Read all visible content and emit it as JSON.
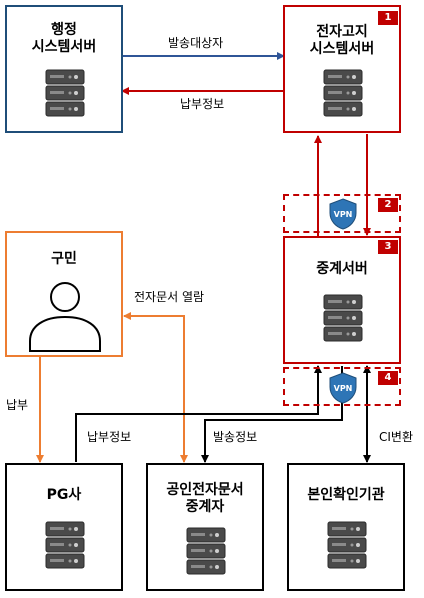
{
  "nodes": {
    "admin_server": {
      "title": "행정\n시스템서버"
    },
    "e_notice_server": {
      "title": "전자고지\n시스템서버",
      "badge": "1"
    },
    "relay_server": {
      "title": "중계서버",
      "badge": "3"
    },
    "resident": {
      "title": "구민"
    },
    "pg": {
      "title": "PG사"
    },
    "cert_relay": {
      "title": "공인전자문서\n중계자"
    },
    "identity": {
      "title": "본인확인기관"
    }
  },
  "vpn_zones": [
    {
      "badge": "2",
      "icon": "vpn-shield-icon",
      "label": "VPN"
    },
    {
      "badge": "4",
      "icon": "vpn-shield-icon",
      "label": "VPN"
    }
  ],
  "edges": {
    "send_target": "발송대상자",
    "payment_info_top": "납부정보",
    "doc_view": "전자문서 열람",
    "payment": "납부",
    "payment_info_bottom": "납부정보",
    "send_info": "발송정보",
    "ci_convert": "CI변환"
  },
  "colors": {
    "blue": "#1f4e79",
    "red": "#c00000",
    "orange": "#ed7d31",
    "arrow_blue": "#2f5597",
    "arrow_red": "#c00000",
    "vpn": "#2e75b6"
  }
}
